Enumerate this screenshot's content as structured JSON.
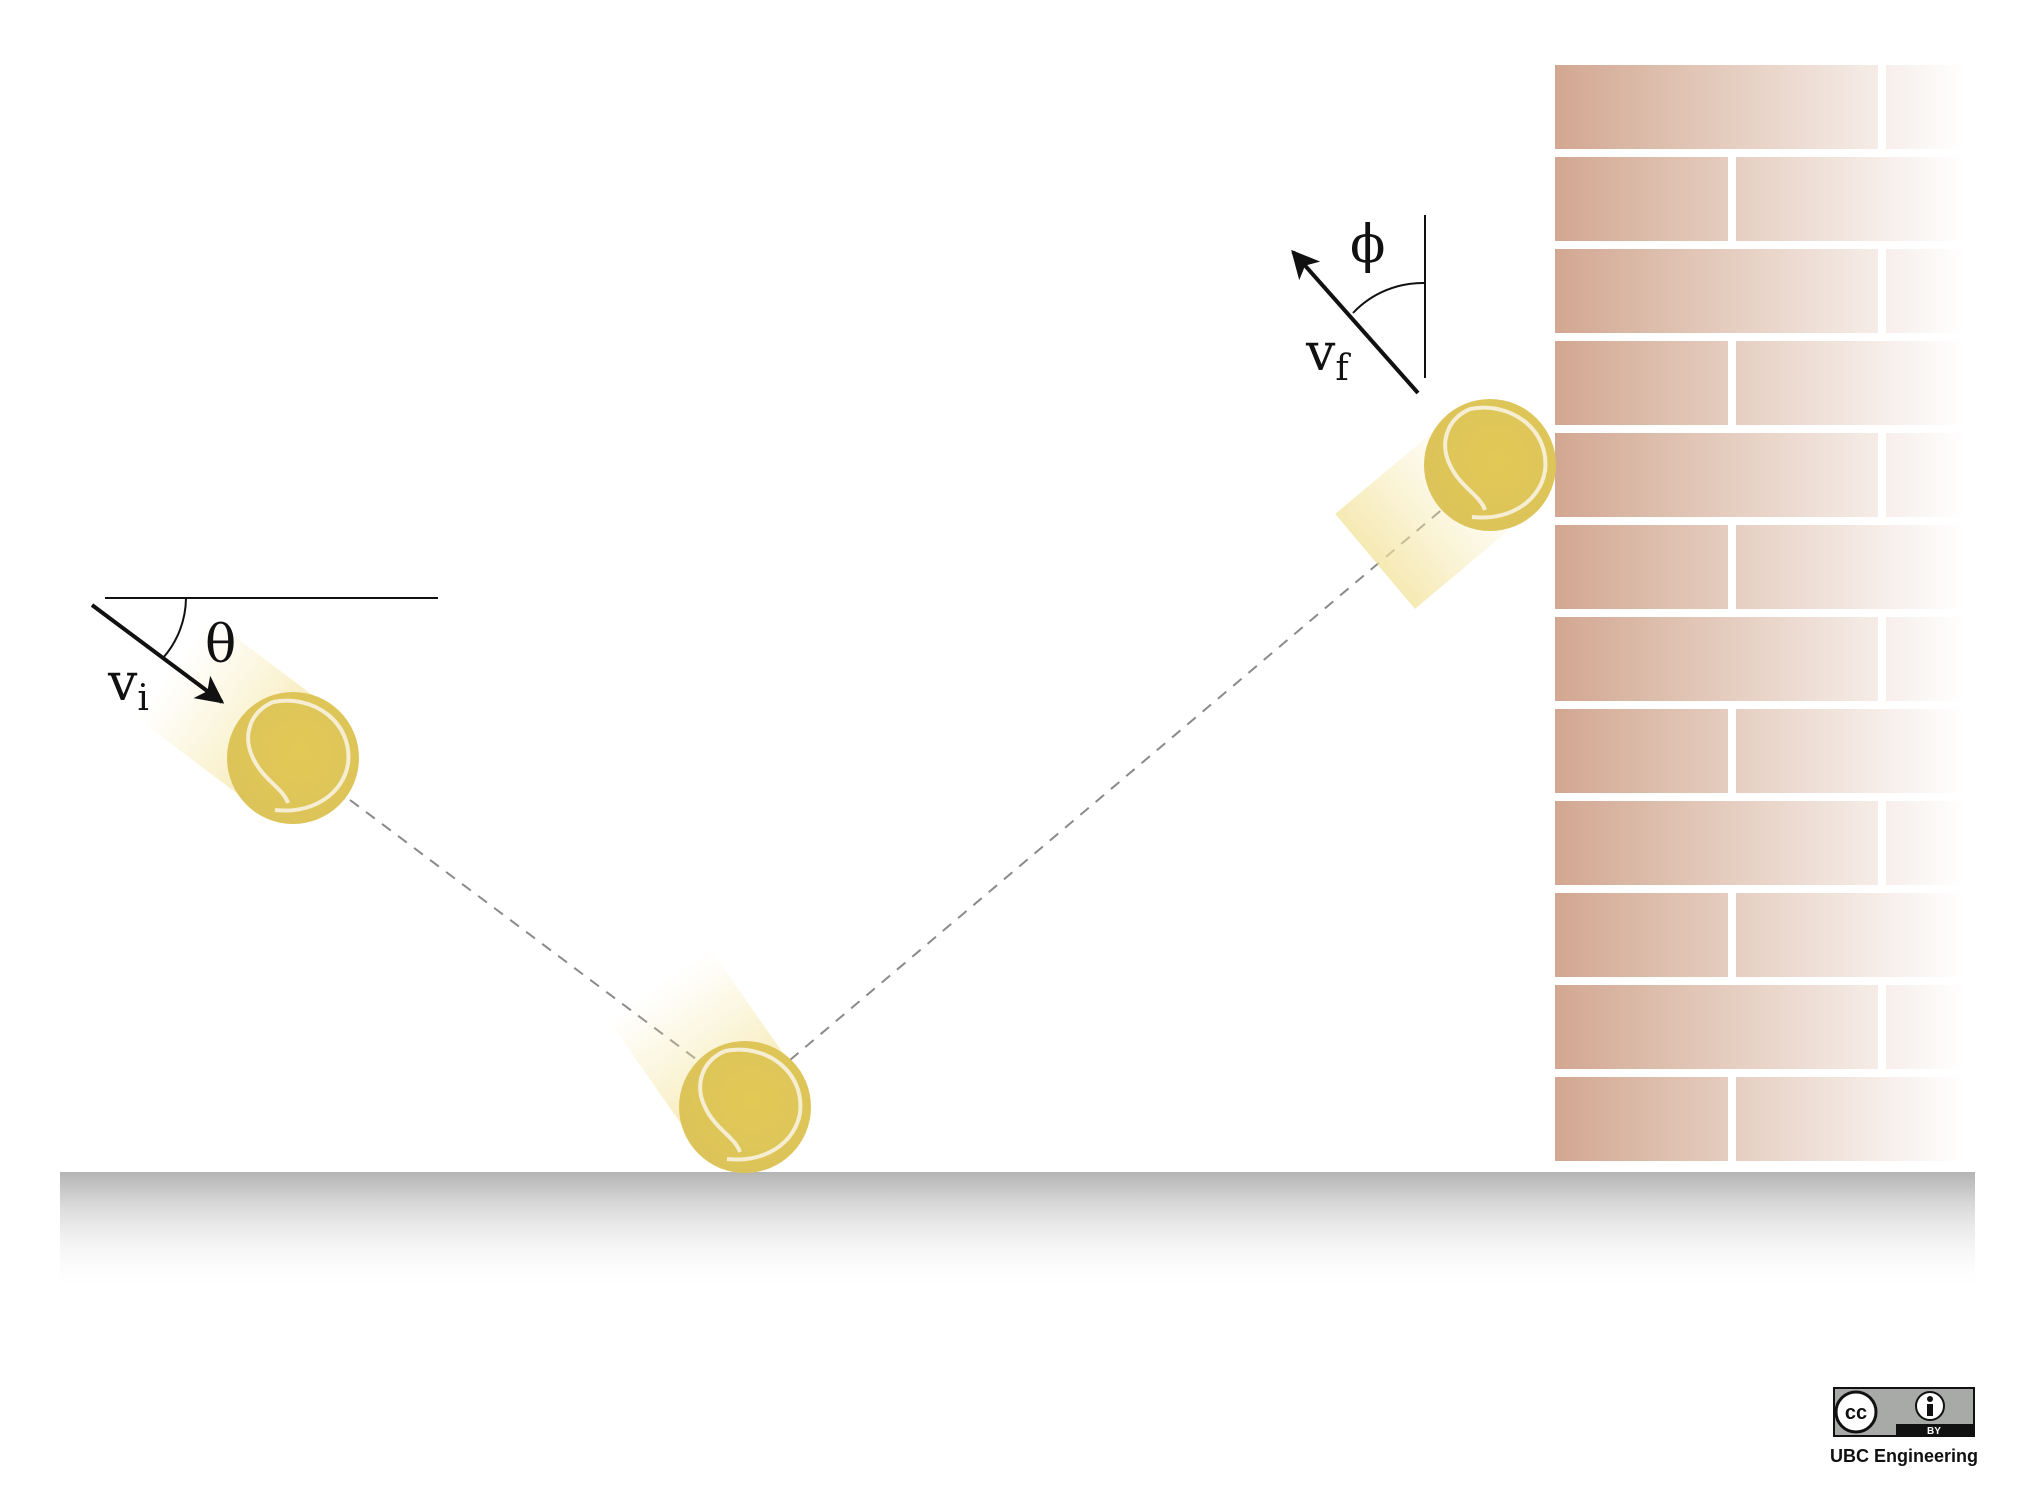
{
  "labels": {
    "theta": "θ",
    "phi": "ϕ",
    "v_initial_base": "v",
    "v_initial_sub": "i",
    "v_final_base": "v",
    "v_final_sub": "f"
  },
  "license": {
    "badge_left": "cc",
    "badge_by": "BY",
    "credit": "UBC Engineering"
  },
  "colors": {
    "ball": "#e1c95a",
    "ball_seam": "#f4ecd0",
    "brick": "#d3a993",
    "mortar": "#ffffff",
    "ground_top": "#b8b8b8",
    "trajectory": "#8a8a8a",
    "vector": "#111111"
  },
  "icons": {
    "ball": "tennis-ball-icon",
    "license": "cc-by-icon",
    "attribution": "person-icon"
  }
}
